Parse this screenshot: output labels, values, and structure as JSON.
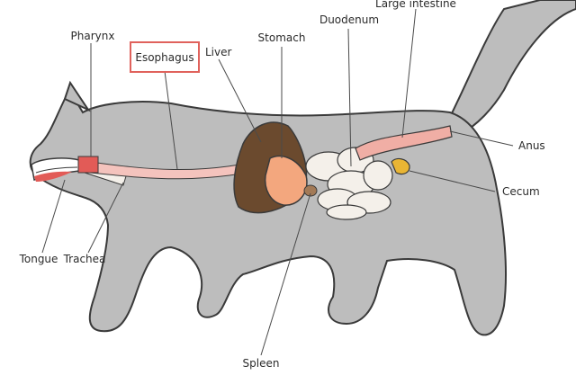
{
  "diagram": {
    "labels": {
      "pharynx": "Pharynx",
      "esophagus": "Esophagus",
      "liver": "Liver",
      "stomach": "Stomach",
      "duodenum": "Duodenum",
      "large_intestine": "Large intestine",
      "anus": "Anus",
      "cecum": "Cecum",
      "tongue": "Tongue",
      "trachea": "Trachea",
      "spleen": "Spleen"
    },
    "highlighted_label": "esophagus",
    "colors": {
      "body": "#bdbdbd",
      "outline": "#3a3a3a",
      "esophagus": "#f4c3bd",
      "liver": "#6b4a2e",
      "stomach": "#f3a77e",
      "intestine": "#f4f0ea",
      "large_intestine": "#f0aea5",
      "cecum": "#e9b534",
      "pharynx": "#e25b57",
      "highlight_box": "#e0625c"
    }
  }
}
